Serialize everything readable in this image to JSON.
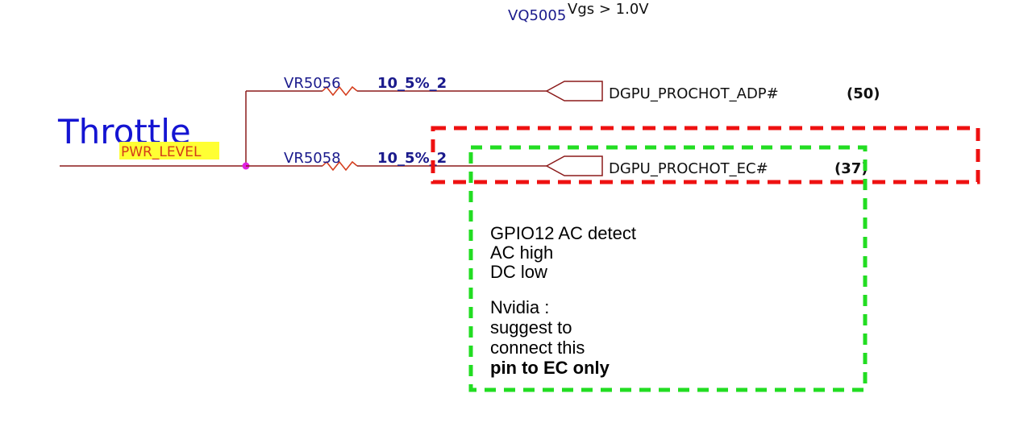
{
  "top_labels": {
    "part_ref": "VQ5005",
    "condition": "Vgs > 1.0V"
  },
  "signal": {
    "title": "Throttle",
    "net_label": "PWR_LEVEL"
  },
  "resistors": [
    {
      "ref": "VR5056",
      "value": "10_5%_2",
      "net": "DGPU_PROCHOT_ADP#",
      "sheet": "(50)"
    },
    {
      "ref": "VR5058",
      "value": "10_5%_2",
      "net": "DGPU_PROCHOT_EC#",
      "sheet": "(37)"
    }
  ],
  "annotation": {
    "lines": [
      "GPIO12 AC detect",
      "AC high",
      "DC low"
    ],
    "nvidia_lines": [
      "Nvidia :",
      "suggest to",
      "connect this",
      "pin to EC only"
    ]
  },
  "colors": {
    "wire": "#8b1a1a",
    "junction": "#e020e0",
    "highlight_box": "#ee1111",
    "note_box": "#22dd22",
    "title": "#1414d2",
    "pwr_label_bg": "#ffff33"
  }
}
